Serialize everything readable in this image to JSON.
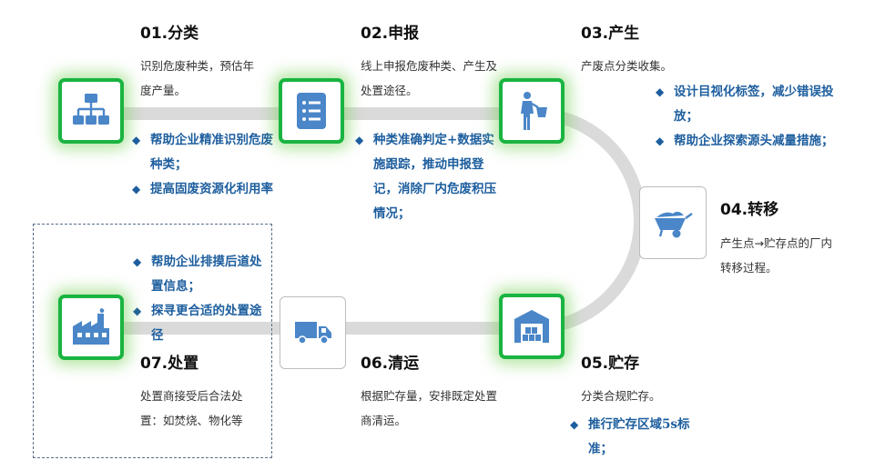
{
  "steps": [
    {
      "id": "01",
      "title": "01.分类",
      "icon": "org-chart-icon",
      "desc": "识别危废种类，预估年度产量。",
      "bullets": [
        "帮助企业精准识别危废种类；",
        "提高固废资源化利用率"
      ]
    },
    {
      "id": "02",
      "title": "02.申报",
      "icon": "list-icon",
      "desc": "线上申报危废种类、产生及处置途径。",
      "bullets": [
        "种类准确判定+数据实施跟踪，推动申报登记，消除厂内危废积压情况；"
      ]
    },
    {
      "id": "03",
      "title": "03.产生",
      "icon": "worker-bucket-icon",
      "desc": "产废点分类收集。",
      "bullets": [
        "设计目视化标签，减少错误投放；",
        "帮助企业探索源头减量措施；"
      ]
    },
    {
      "id": "04",
      "title": "04.转移",
      "icon": "wheelbarrow-icon",
      "desc": "产生点→贮存点的厂内转移过程。",
      "bullets": []
    },
    {
      "id": "05",
      "title": "05.贮存",
      "icon": "warehouse-icon",
      "desc": "分类合规贮存。",
      "bullets": [
        "推行贮存区域5s标准；"
      ]
    },
    {
      "id": "06",
      "title": "06.清运",
      "icon": "truck-icon",
      "desc": "根据贮存量，安排既定处置商清运。",
      "bullets": []
    },
    {
      "id": "07",
      "title": "07.处置",
      "icon": "factory-icon",
      "desc": "处置商接受后合法处置：如焚烧、物化等",
      "bullets": [
        "帮助企业排摸后道处置信息；",
        "探寻更合适的处置途径"
      ]
    }
  ],
  "colors": {
    "accent_green": "#19b441",
    "icon_blue": "#4a86c8",
    "bullet_blue": "#1d5e9e",
    "track_gray": "#dadada"
  }
}
